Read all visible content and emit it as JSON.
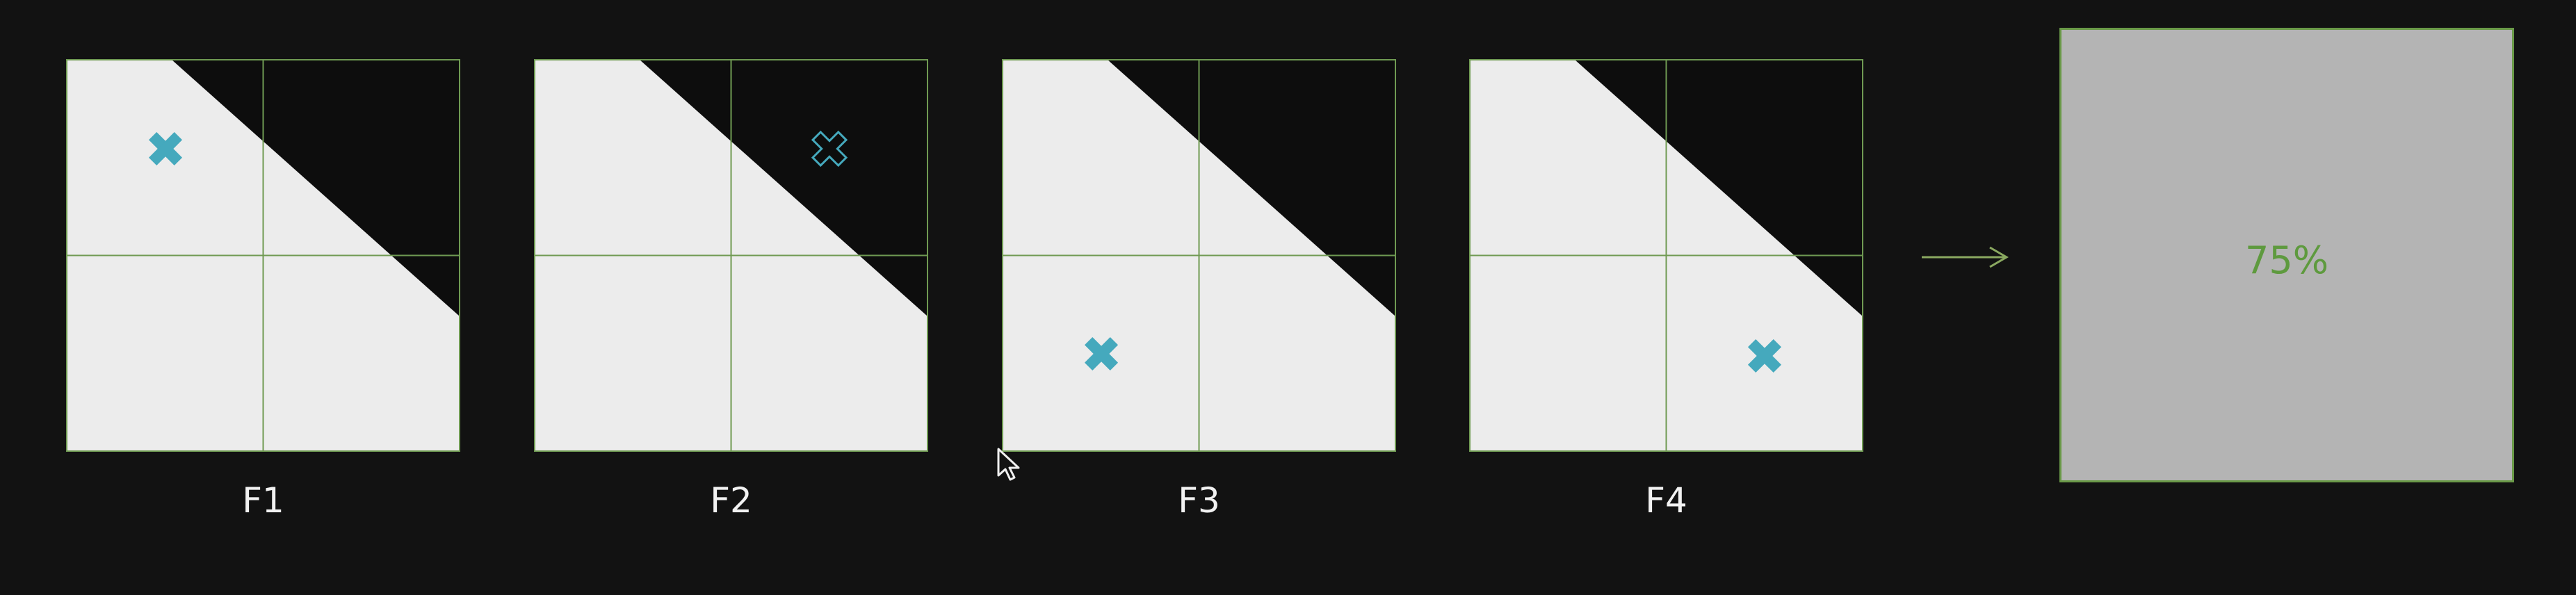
{
  "frames": [
    {
      "label": "F1",
      "marker": "x-marker-icon",
      "marker_style": "filled",
      "cell": "top-left"
    },
    {
      "label": "F2",
      "marker": "x-marker-icon",
      "marker_style": "outline",
      "cell": "top-right"
    },
    {
      "label": "F3",
      "marker": "x-marker-icon",
      "marker_style": "filled",
      "cell": "bottom-left"
    },
    {
      "label": "F4",
      "marker": "x-marker-icon",
      "marker_style": "filled",
      "cell": "bottom-right"
    }
  ],
  "result": {
    "value": "75%"
  },
  "icons": {
    "arrow": "right-arrow-icon",
    "cursor": "mouse-pointer-icon"
  },
  "colors": {
    "background": "#121212",
    "tile_light": "#ececec",
    "tile_dark": "#0d0d0d",
    "grid": "#6f9a52",
    "marker": "#45a9bd",
    "result_fill": "#b4b4b4",
    "result_text": "#5e9a3e",
    "label_text": "#f2f2f2"
  }
}
